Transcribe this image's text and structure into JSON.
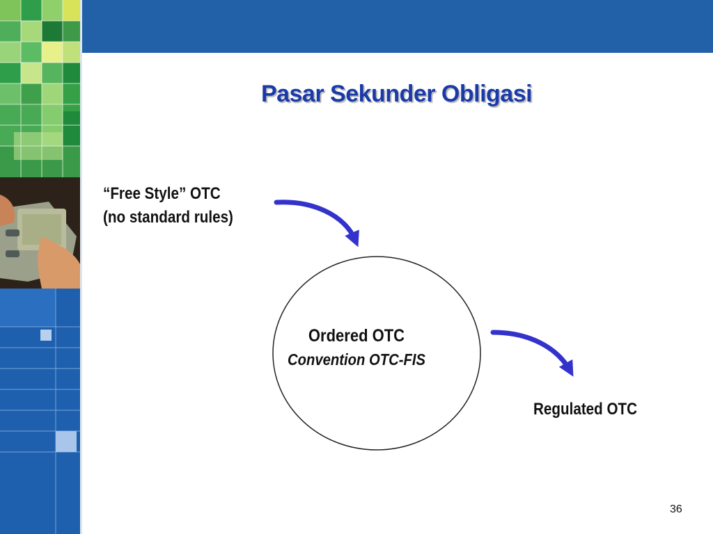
{
  "slide": {
    "title": "Pasar Sekunder Obligasi",
    "page_number": "36"
  },
  "diagram": {
    "source": {
      "line1": "“Free Style” OTC",
      "line2": "(no standard rules)"
    },
    "center": {
      "main": "Ordered OTC",
      "sub": "Convention OTC-FIS"
    },
    "target": {
      "label": "Regulated OTC"
    }
  },
  "colors": {
    "title": "#1a3aa8",
    "arrow": "#3333cc",
    "bar": "#2260a8"
  }
}
